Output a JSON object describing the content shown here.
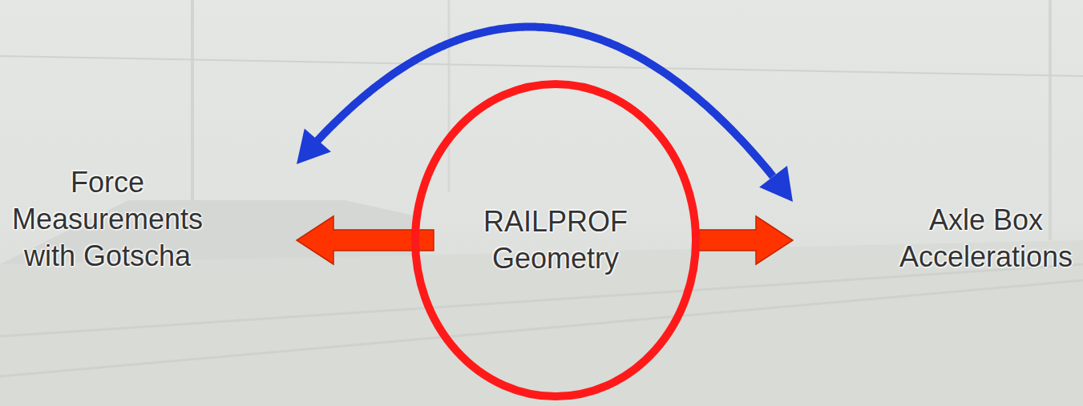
{
  "diagram": {
    "nodes": [
      {
        "text": [
          "Force Measurements with Gotscha"
        ]
      },
      {
        "text": [
          "RAILPROF Geometry"
        ]
      },
      {
        "text": [
          "Axle Box Accelerations"
        ]
      }
    ],
    "edges": [
      {
        "from": 1,
        "to": 0,
        "arrow": "to"
      },
      {
        "from": 1,
        "to": 2,
        "arrow": "to"
      },
      {
        "from": 0,
        "to": 2,
        "arrow": "both"
      }
    ]
  }
}
